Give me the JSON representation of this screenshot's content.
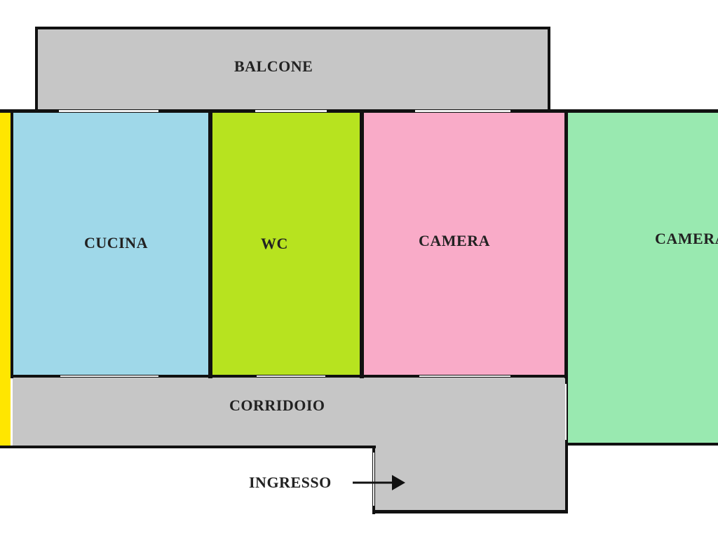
{
  "plan": {
    "rooms": {
      "balcone": {
        "label": "BALCONE",
        "color": "#c6c6c6"
      },
      "cucina": {
        "label": "CUCINA",
        "color": "#9fd8e9"
      },
      "wc": {
        "label": "WC",
        "color": "#b7e31f"
      },
      "camera1": {
        "label": "CAMERA",
        "color": "#f9abc8"
      },
      "camera2": {
        "label": "CAMERA",
        "color": "#99e9b0"
      },
      "corridoio": {
        "label": "CORRIDOIO",
        "color": "#c6c6c6"
      },
      "ingresso": {
        "label": "INGRESSO",
        "color": "#c6c6c6"
      },
      "strip_left": {
        "color": "#ffe600"
      }
    },
    "wall_color": "#111111",
    "entry_arrow_icon": "arrow-right-icon"
  }
}
